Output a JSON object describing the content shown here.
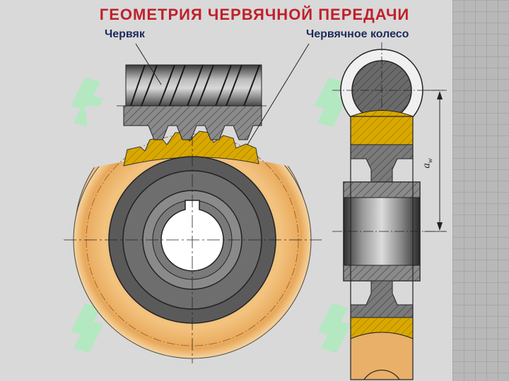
{
  "title": "ГЕОМЕТРИЯ  ЧЕРВЯЧНОЙ  ПЕРЕДАЧИ",
  "labels": {
    "worm": "Червяк",
    "worm_wheel": "Червячное  колесо",
    "center_distance_symbol": "a",
    "center_distance_subscript": "w"
  },
  "colors": {
    "background": "#d9d9d9",
    "grid_panel": "#b8b8b8",
    "title": "#c0202a",
    "label": "#1e2a5a",
    "bronze_rim": "#e8b06a",
    "gear_teeth": "#d9a800",
    "steel_dark": "#5a5a5a",
    "steel_light": "#8a8a8a",
    "watermark": "#9ee8b0"
  }
}
